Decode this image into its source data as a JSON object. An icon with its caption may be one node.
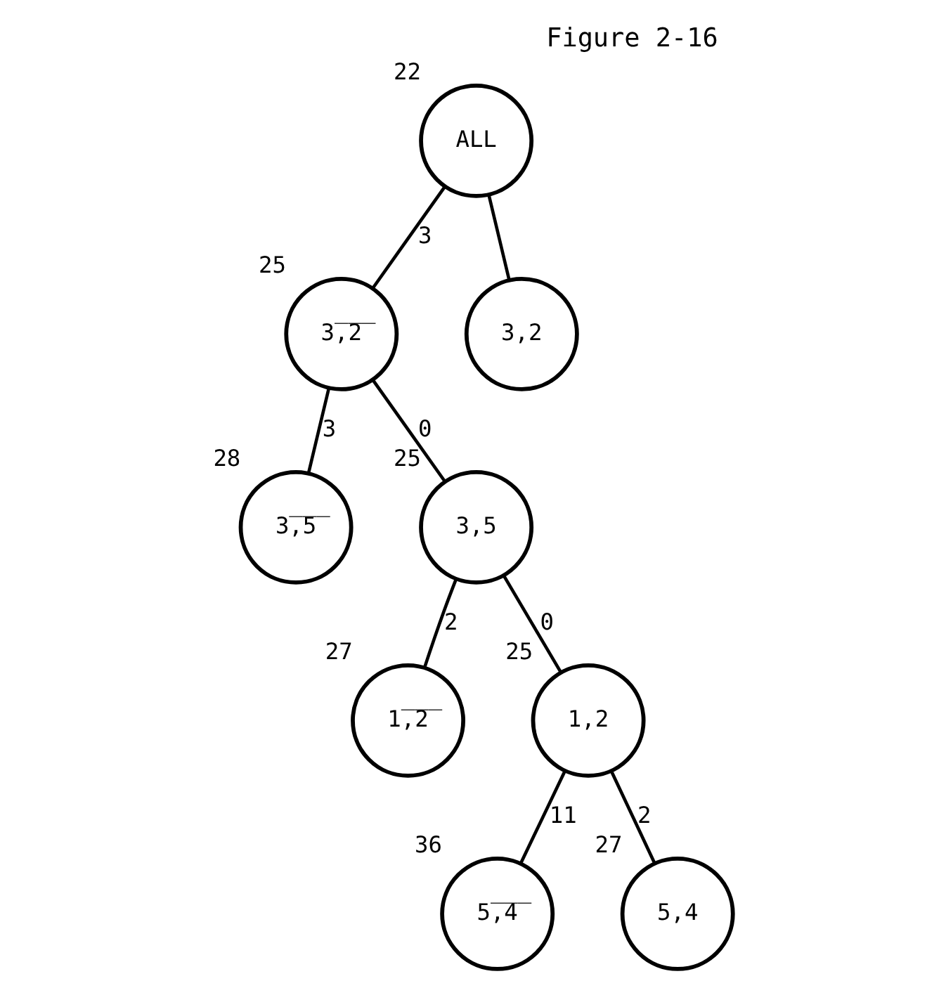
{
  "diagram": {
    "title": "Figure 2-16",
    "nodes": [
      {
        "text": [
          "ALL"
        ],
        "beside": [
          "22"
        ]
      },
      {
        "text": [
          "3̅,̅2̅"
        ],
        "beside": [
          "25"
        ]
      },
      {
        "text": [
          "3,2"
        ]
      },
      {
        "text": [
          "3̅,̅5̅"
        ],
        "beside": [
          "28"
        ]
      },
      {
        "text": [
          "3,5"
        ],
        "beside": [
          "25"
        ]
      },
      {
        "text": [
          "1̅,̅2̅"
        ],
        "beside": [
          "27"
        ]
      },
      {
        "text": [
          "1,2"
        ],
        "beside": [
          "25"
        ]
      },
      {
        "text": [
          "5̅,̅4̅"
        ],
        "beside": [
          "36"
        ]
      },
      {
        "text": [
          "5,4"
        ],
        "beside": [
          "27"
        ]
      }
    ],
    "edges": [
      {
        "from": 0,
        "to": 1,
        "arrow": "none",
        "label": "3"
      },
      {
        "from": 0,
        "to": 2,
        "arrow": "none"
      },
      {
        "from": 1,
        "to": 3,
        "arrow": "none",
        "label": "3"
      },
      {
        "from": 1,
        "to": 4,
        "arrow": "none",
        "label": "0"
      },
      {
        "from": 4,
        "to": 5,
        "arrow": "none",
        "label": "2"
      },
      {
        "from": 4,
        "to": 6,
        "arrow": "none",
        "label": "0"
      },
      {
        "from": 6,
        "to": 7,
        "arrow": "none",
        "label": "11"
      },
      {
        "from": 6,
        "to": 8,
        "arrow": "none",
        "label": "2"
      }
    ]
  }
}
